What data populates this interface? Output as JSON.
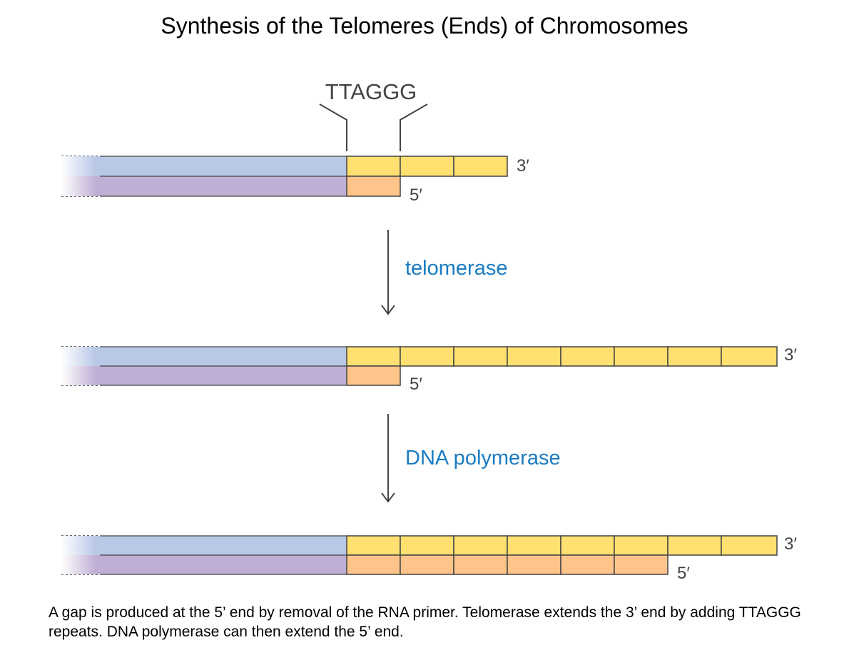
{
  "title": "Synthesis of the Telomeres (Ends) of Chromosomes",
  "repeat_label": "TTAGGG",
  "three_prime": "3′",
  "five_prime": "5′",
  "step1_enzyme": "telomerase",
  "step2_enzyme": "DNA polymerase",
  "caption": "A gap is produced at the 5’ end by removal of the RNA primer.  Telomerase extends the 3’ end by adding TTAGGG repeats.  DNA polymerase can then extend the 5’ end.",
  "colors": {
    "top_strand": "#b8c8e6",
    "bottom_strand": "#c0afd4",
    "telomere_repeat": "#ffe070",
    "primer_fill": "#ffc48a",
    "enzyme_text": "#1a7cc4"
  }
}
